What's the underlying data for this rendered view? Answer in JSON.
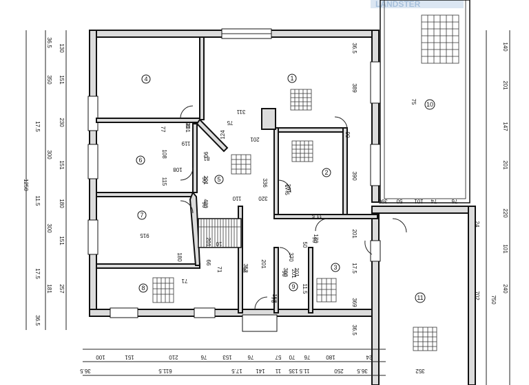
{
  "watermark": "LANDSTER",
  "rooms": [
    {
      "number": "4"
    },
    {
      "number": "1"
    },
    {
      "number": "6"
    },
    {
      "number": "2"
    },
    {
      "number": "5"
    },
    {
      "number": "7"
    },
    {
      "number": "3"
    },
    {
      "number": "8"
    },
    {
      "number": "9"
    },
    {
      "number": "10"
    },
    {
      "number": "11"
    }
  ],
  "dims_left": [
    "36.5",
    "130",
    "350",
    "151",
    "17.5",
    "230",
    "300",
    "151",
    "11.5",
    "180",
    "300",
    "151",
    "17.5",
    "181",
    "257",
    "36.5"
  ],
  "dim_left_total": "1250",
  "dims_right": [
    "140",
    "201",
    "147",
    "201",
    "220",
    "101",
    "240",
    "750",
    "24",
    "702"
  ],
  "dims_bottom_row1": [
    "100",
    "151",
    "210",
    "76",
    "153",
    "76",
    "57",
    "70",
    "76",
    "180",
    "24"
  ],
  "dims_bottom_row2": [
    "36.5",
    "611.5",
    "17.5",
    "141",
    "11",
    "135",
    "11.5",
    "250",
    "36.5",
    "352"
  ],
  "inner_dims": [
    "36.5",
    "389",
    "311",
    "75",
    "90",
    "201",
    "124",
    "119",
    "77",
    "108",
    "115",
    "90",
    "201",
    "108",
    "90",
    "201",
    "81",
    "110",
    "336",
    "320",
    "17.5",
    "201",
    "90",
    "11.5",
    "390",
    "390",
    "50",
    "101",
    "74",
    "76",
    "75",
    "915",
    "420",
    "90",
    "201",
    "10",
    "180",
    "66",
    "71",
    "71",
    "352",
    "90",
    "201",
    "370",
    "50",
    "170",
    "90",
    "201",
    "11.5",
    "158",
    "76",
    "201",
    "17.5",
    "369",
    "36.5",
    "300",
    "90",
    "201",
    "11.5"
  ]
}
